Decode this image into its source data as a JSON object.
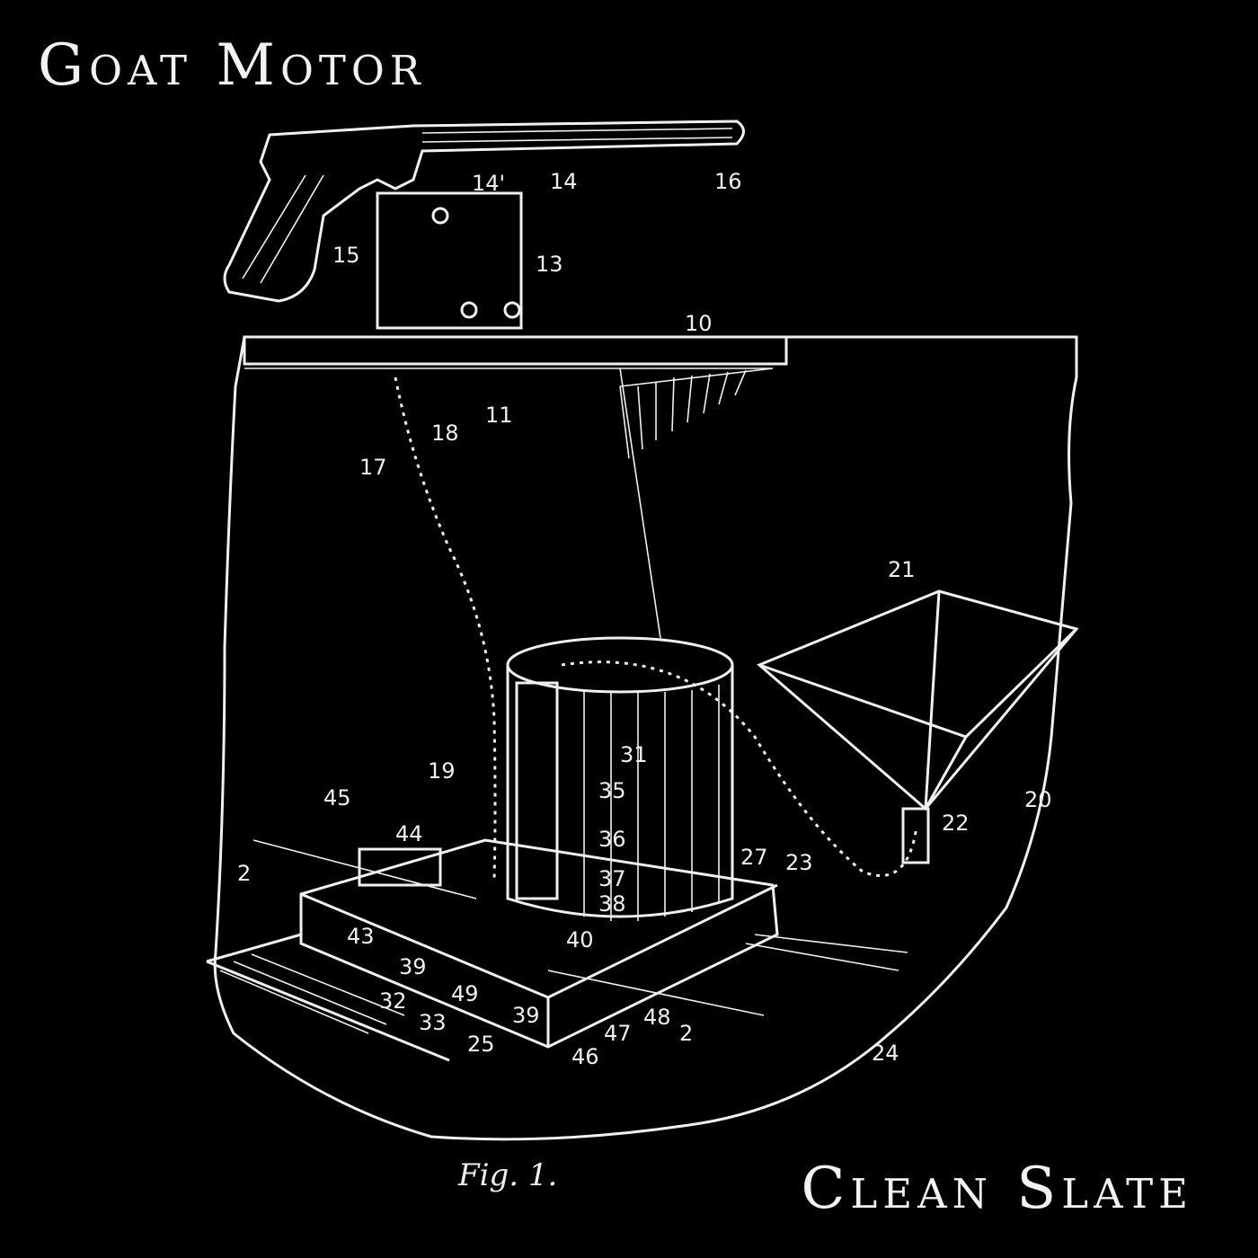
{
  "cover": {
    "band_name": "Goat Motor",
    "album_title": "Clean Slate",
    "figure_caption": "Fig. 1.",
    "colors": {
      "background": "#000000",
      "line": "#f0f0f0"
    }
  },
  "callouts": [
    "14'",
    "14",
    "16",
    "15",
    "13",
    "10",
    "11",
    "18",
    "17",
    "21",
    "31",
    "19",
    "35",
    "20",
    "22",
    "36",
    "45",
    "44",
    "2",
    "27",
    "23",
    "37",
    "38",
    "43",
    "40",
    "39",
    "32",
    "49",
    "33",
    "39",
    "25",
    "46",
    "47",
    "48",
    "2",
    "24"
  ]
}
